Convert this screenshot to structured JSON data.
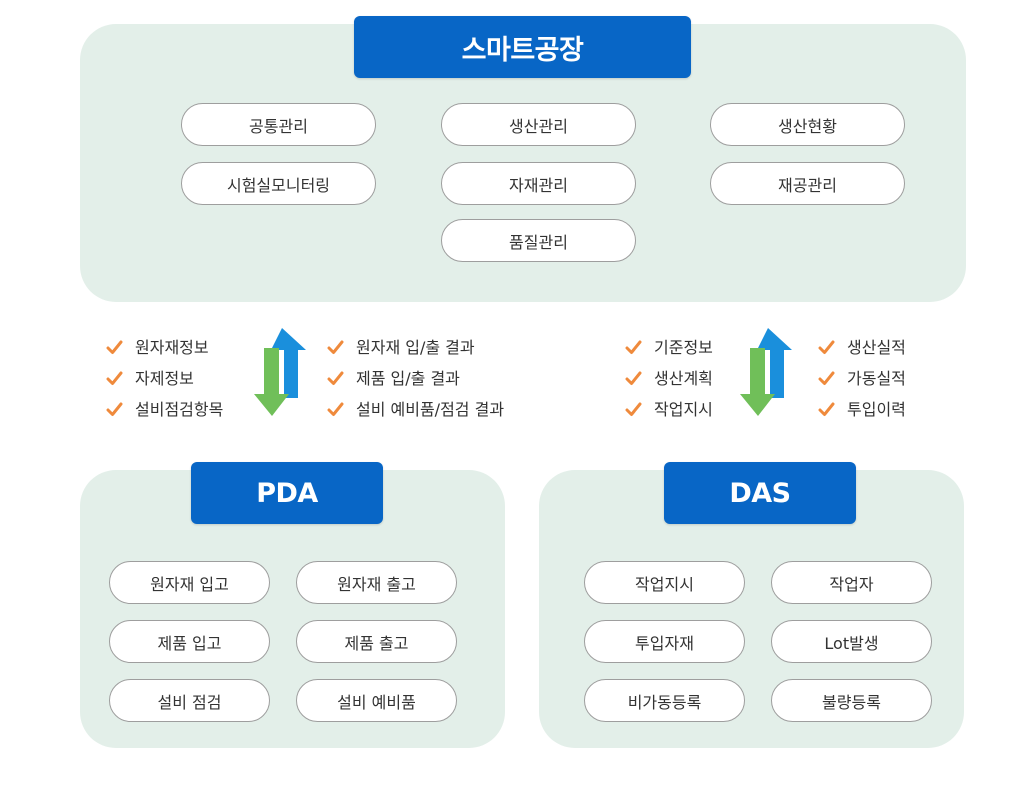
{
  "colors": {
    "header_blue": "#0866c6",
    "panel_bg": "#e3efe9",
    "arrow_up_blue": "#1a8fdc",
    "arrow_down_green": "#70bf59",
    "check_orange": "#ef8a3c"
  },
  "smart_factory": {
    "title": "스마트공장",
    "modules": [
      "공통관리",
      "생산관리",
      "생산현황",
      "시험실모니터링",
      "자재관리",
      "재공관리",
      "품질관리"
    ]
  },
  "pda_exchange": {
    "to_system": [
      "원자재정보",
      "자제정보",
      "설비점검항목"
    ],
    "from_system": [
      "원자재 입/출 결과",
      "제품 입/출 결과",
      "설비 예비품/점검 결과"
    ]
  },
  "das_exchange": {
    "to_system": [
      "기준정보",
      "생산계획",
      "작업지시"
    ],
    "from_system": [
      "생산실적",
      "가동실적",
      "투입이력"
    ]
  },
  "pda": {
    "title": "PDA",
    "modules": [
      "원자재 입고",
      "원자재 출고",
      "제품 입고",
      "제품 출고",
      "설비 점검",
      "설비 예비품"
    ]
  },
  "das": {
    "title": "DAS",
    "modules": [
      "작업지시",
      "작업자",
      "투입자재",
      "Lot발생",
      "비가동등록",
      "불량등록"
    ]
  },
  "icons": {
    "check": "check-icon",
    "arrows": "up-down-arrows-icon"
  }
}
